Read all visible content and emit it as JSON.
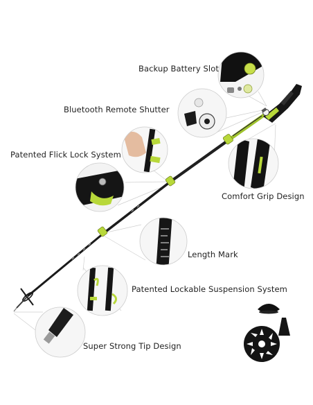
{
  "labels": {
    "battery": "Backup Battery Slot",
    "bluetooth": "Bluetooth Remote Shutter",
    "flick": "Patented Flick Lock System",
    "grip": "Comfort Grip Design",
    "length": "Length Mark",
    "suspension": "Patented Lockable Suspension System",
    "tip": "Super Strong Tip Design"
  },
  "colors": {
    "accent": "#b8d83a",
    "pole": "#1a1a1a",
    "text": "#222222"
  }
}
